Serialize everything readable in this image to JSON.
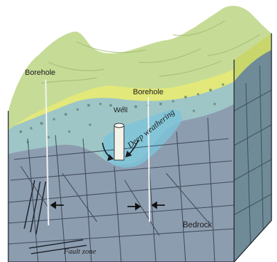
{
  "labels": {
    "borehole_left": "Borehole",
    "borehole_right": "Borehole",
    "well": "Well",
    "deep_weathering": "Deep weathering",
    "bedrock": "Bedrock",
    "fault_zone": "Fault zone"
  },
  "colors": {
    "land_surface": "#c6dc96",
    "soil_band": "#e2e87a",
    "weathered_zone": "#9fc6c7",
    "water_pocket": "#7ec3d9",
    "bedrock_front": "#8d9db0",
    "bedrock_side": "#6f8b97",
    "fracture_lines": "#2e3844"
  }
}
